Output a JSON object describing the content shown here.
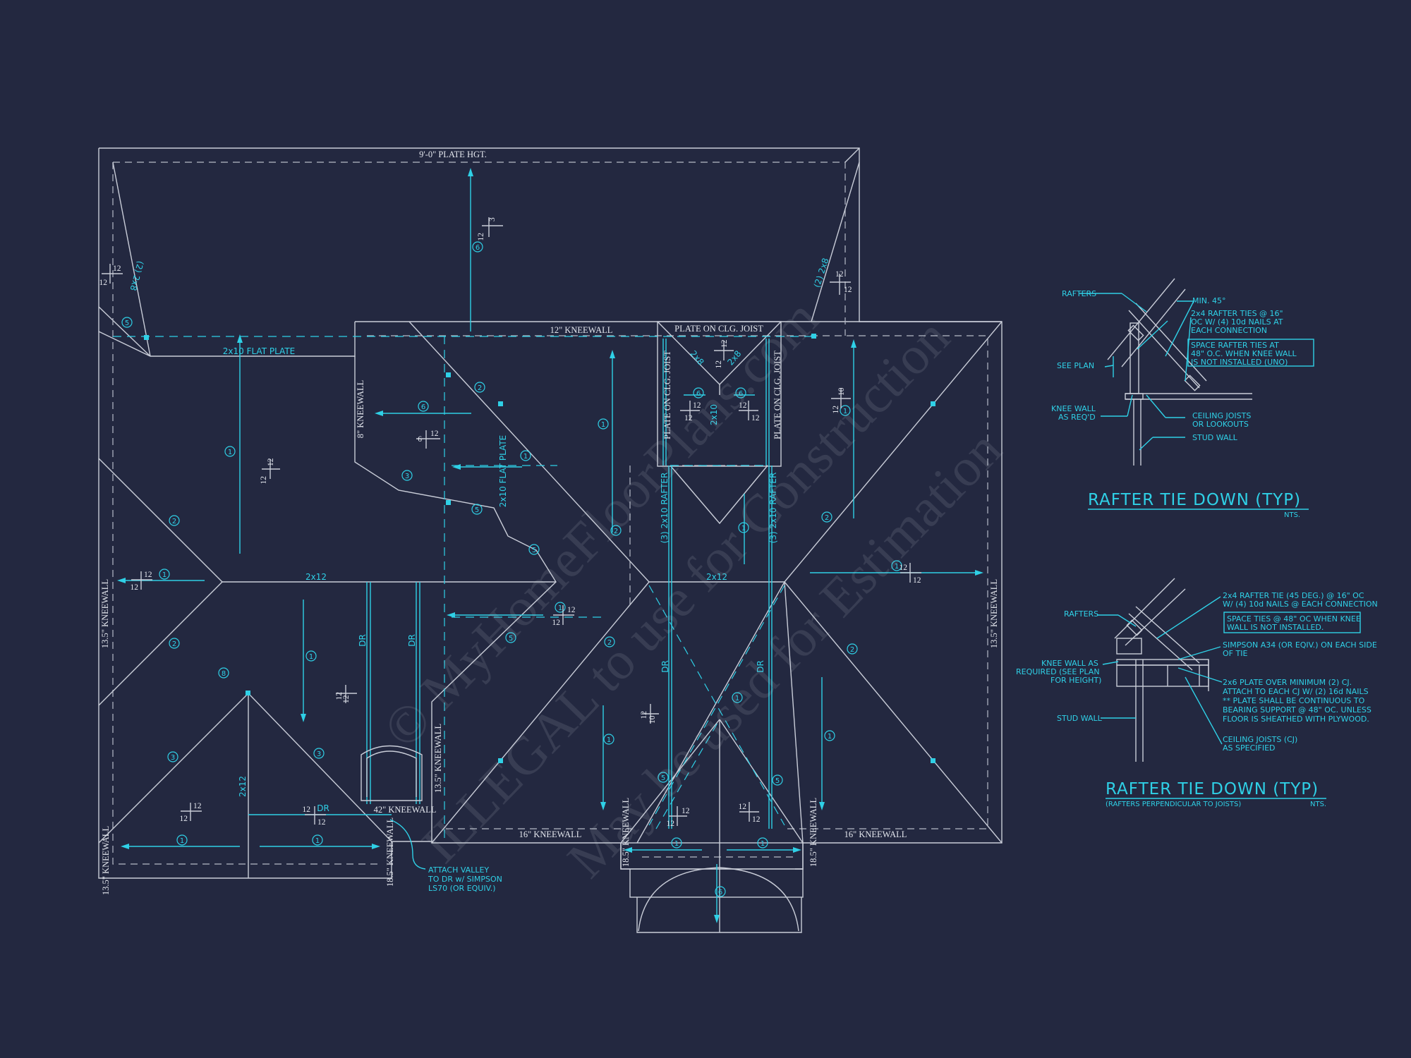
{
  "colors": {
    "background": "#232840",
    "linework": "#c9cdd8",
    "annotation": "#2fd0e6",
    "watermark": "#c8cddc"
  },
  "plan_labels": {
    "plate_height": "9'-0\" PLATE HGT.",
    "kneewall_12": "12\" KNEEWALL",
    "plate_on_clg_joist_top": "PLATE ON CLG. JOIST",
    "plate_on_clg_joist_left": "PLATE ON CLG. JOIST",
    "plate_on_clg_joist_right": "PLATE ON CLG. JOIST",
    "flat_plate_top": "2x10 FLAT PLATE",
    "flat_plate_vertical": "2x10 FLAT PLATE",
    "kneewall_8": "8\" KNEEWALL",
    "kneewall_13_5_left": "13.5\" KNEEWALL",
    "kneewall_13_5_right": "13.5\" KNEEWALL",
    "kneewall_13_5_center": "13.5\" KNEEWALL",
    "kneewall_13_5_bottom_left": "13.5\" KNEEWALL",
    "kneewall_42": "42\" KNEEWALL",
    "kneewall_18_5_a": "18.5\" KNEEWALL",
    "kneewall_18_5_b": "18.5\" KNEEWALL",
    "kneewall_18_5_c": "18.5\" KNEEWALL",
    "kneewall_16_left": "16\" KNEEWALL",
    "kneewall_16_right": "16\" KNEEWALL",
    "rafter_3_2x10_left": "(3) 2x10 RAFTER",
    "rafter_3_2x10_right": "(3) 2x10 RAFTER",
    "member_2x8_left": "(2) 2x8",
    "member_2x8_right": "(2) 2x8",
    "member_2x12_a": "2x12",
    "member_2x12_b": "2x12",
    "member_2x12_c": "2x12",
    "member_2x8_a": "2x8",
    "member_2x8_b": "2x8",
    "member_2x10": "2x10",
    "dr": "DR",
    "attach_valley": [
      "ATTACH VALLEY",
      "TO DR w/ SIMPSON",
      "LS70 (OR EQUIV.)"
    ]
  },
  "detail_1": {
    "title": "RAFTER TIE DOWN (TYP)",
    "scale": "NTS.",
    "labels": {
      "rafters": "RAFTERS",
      "see_plan": "SEE PLAN",
      "knee_wall": [
        "KNEE WALL",
        "AS REQ'D"
      ],
      "min_45": "MIN. 45°",
      "rafter_ties": [
        "2x4 RAFTER TIES @ 16\"",
        "OC W/ (4) 10d NAILS AT",
        "EACH CONNECTION"
      ],
      "space_ties": [
        "SPACE RAFTER TIES AT",
        "48\" O.C. WHEN KNEE WALL",
        "IS NOT INSTALLED (UNO)"
      ],
      "ceiling_joists": [
        "CEILING JOISTS",
        "OR LOOKOUTS"
      ],
      "stud_wall": "STUD WALL"
    }
  },
  "detail_2": {
    "title": "RAFTER TIE DOWN (TYP)",
    "subtitle": "(RAFTERS PERPENDICULAR TO JOISTS)",
    "scale": "NTS.",
    "labels": {
      "rafters": "RAFTERS",
      "knee_wall": [
        "KNEE WALL AS",
        "REQUIRED (SEE PLAN",
        "FOR HEIGHT)"
      ],
      "stud_wall": "STUD WALL",
      "rafter_tie": [
        "2x4 RAFTER TIE (45 DEG.) @ 16\" OC",
        "W/ (4) 10d NAILS @ EACH CONNECTION"
      ],
      "space_ties": [
        "SPACE TIES @ 48\" OC WHEN KNEE",
        "WALL IS NOT INSTALLED."
      ],
      "simpson": [
        "SIMPSON A34 (OR EQIV.) ON EACH SIDE",
        "OF TIE"
      ],
      "plate": [
        "2x6 PLATE OVER MINIMUM (2) CJ.",
        "ATTACH TO EACH CJ W/ (2) 16d NAILS",
        "** PLATE SHALL BE CONTINUOUS TO",
        "BEARING SUPPORT @ 48\" OC. UNLESS",
        "FLOOR IS SHEATHED WITH PLYWOOD."
      ],
      "ceiling_joists": [
        "CEILING JOISTS (CJ)",
        "AS SPECIFIED"
      ]
    }
  },
  "watermark": {
    "line1": "© MyHomeFloorPlans.com",
    "line2": "ILLEGAL to use for Construction",
    "line3": "May be used for Estimation"
  }
}
